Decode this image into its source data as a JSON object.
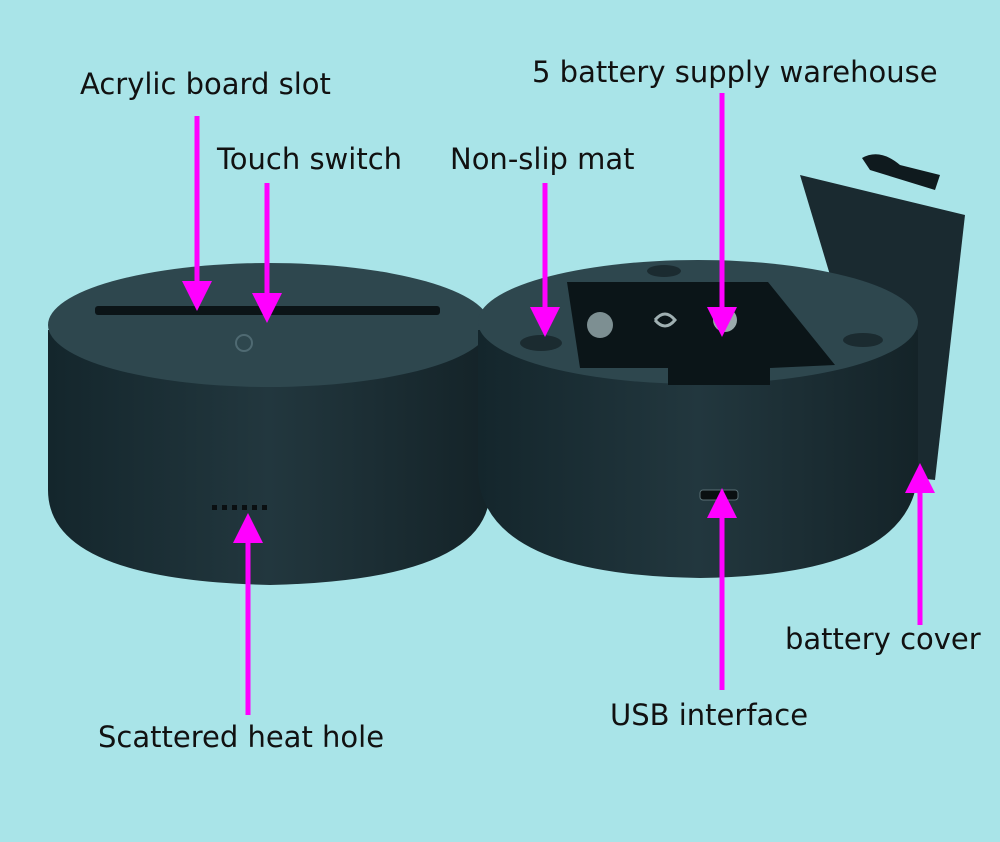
{
  "labels": {
    "acrylic_slot": "Acrylic board slot",
    "touch_switch": "Touch switch",
    "non_slip_mat": "Non-slip mat",
    "battery_warehouse": "5 battery supply warehouse",
    "heat_hole": "Scattered heat hole",
    "usb": "USB interface",
    "battery_cover": "battery cover"
  },
  "colors": {
    "background": "#a9e4e8",
    "arrow": "#ff00ff",
    "base": "#1c2f36"
  }
}
